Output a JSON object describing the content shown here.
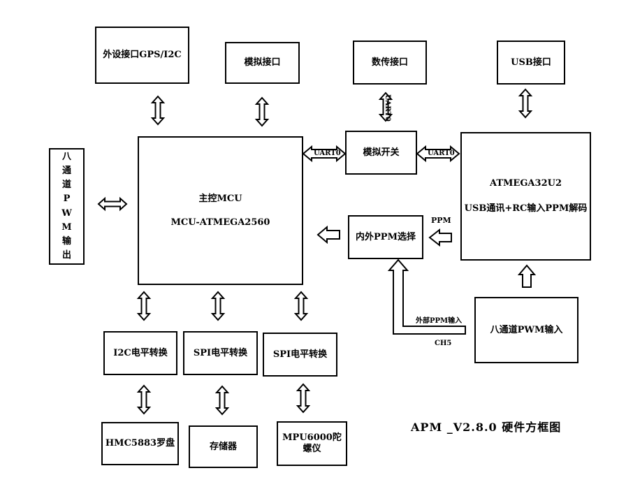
{
  "boxes": {
    "gps": "外设接口GPS/I2C",
    "analog_if": "模拟接口",
    "telemetry": "数传接口",
    "usb_if": "USB接口",
    "pwm_out_chars": [
      "八",
      "通",
      "道",
      "P",
      "W",
      "M",
      "输",
      "出"
    ],
    "mcu_line1": "主控MCU",
    "mcu_line2": "MCU-ATMEGA2560",
    "analog_switch": "模拟开关",
    "atmega32_line1": "ATMEGA32U2",
    "atmega32_line2": "USB通讯+RC输入PPM解码",
    "ppm_select": "内外PPM选择",
    "pwm_in": "八通道PWM输入",
    "i2c_conv": "I2C电平转换",
    "spi_conv1": "SPI电平转换",
    "spi_conv2": "SPI电平转换",
    "compass": "HMC5883罗盘",
    "storage": "存储器",
    "gyro": "MPU6000陀螺仪"
  },
  "labels": {
    "uart0": "UART0",
    "ppm": "PPM",
    "ext_ppm": "外部PPM输入",
    "ch5": "CH5"
  },
  "caption": "APM _V2.8.0 硬件方框图"
}
